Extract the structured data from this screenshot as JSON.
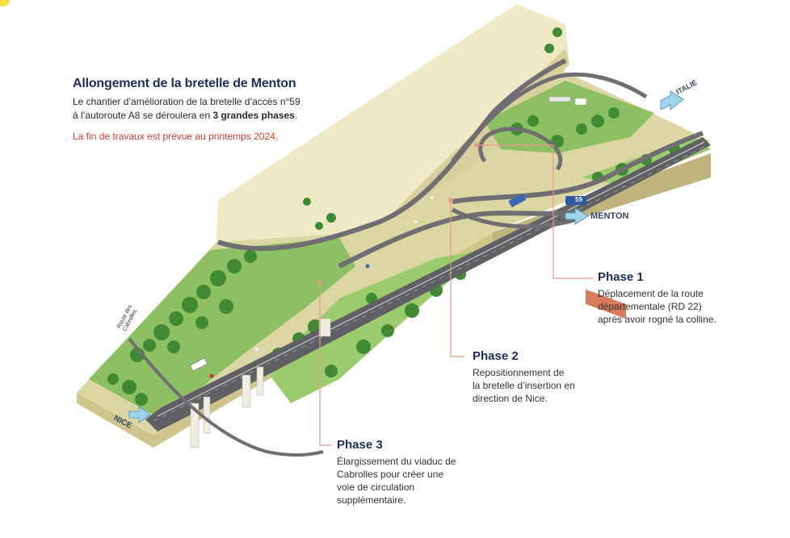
{
  "header": {
    "title": "Allongement de la bretelle de Menton",
    "intro_line1": "Le chantier d’amélioration de la bretelle d’accès n°59",
    "intro_line2_pre": "à l’autoroute A8 se déroulera en ",
    "intro_line2_bold": "3 grandes phases",
    "intro_line2_post": ".",
    "notice": "La fin de travaux est prévue au printemps 2024."
  },
  "phases": [
    {
      "title": "Phase 1",
      "lines": [
        "Déplacement de la route",
        "départementale (RD 22)",
        "après avoir rogné la colline."
      ]
    },
    {
      "title": "Phase 2",
      "lines": [
        "Repositionnement de",
        "la bretelle d’insertion en",
        "direction de Nice."
      ]
    },
    {
      "title": "Phase 3",
      "lines": [
        "Élargissement du viaduc de",
        "Cabrolles pour créer une",
        "voie de circulation",
        "supplémentaire."
      ]
    }
  ],
  "map_labels": {
    "italie": "ITALIE",
    "menton": "MENTON",
    "nice": "NICE",
    "exit_badge": "59",
    "route_line1": "Route des",
    "route_line2": "Cabrolles"
  },
  "colors": {
    "title": "#1f2c5c",
    "notice": "#d1402b",
    "leader": "#e89a8a",
    "road": "#6e6e73",
    "grass": "#8cc063",
    "forest": "#3f8a33",
    "soil": "#d8cf99",
    "arrow": "#9fd4ea"
  }
}
